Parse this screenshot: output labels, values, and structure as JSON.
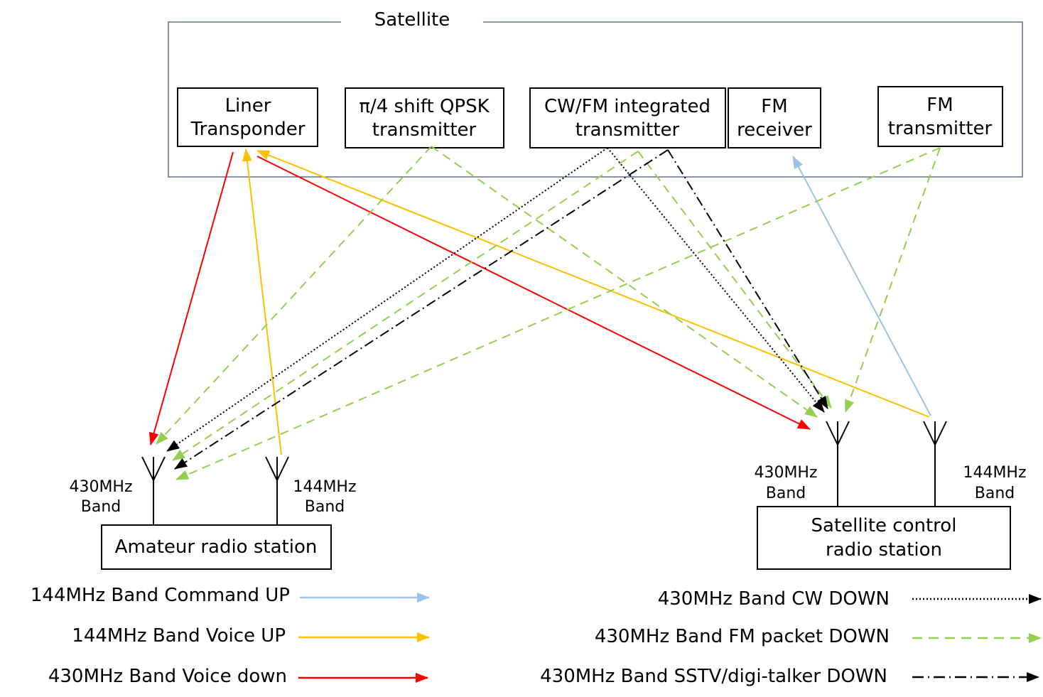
{
  "satellite": {
    "title": "Satellite",
    "modules": {
      "liner_transponder": [
        "Liner",
        "Transponder"
      ],
      "qpsk_transmitter": [
        "π/4 shift QPSK",
        "transmitter"
      ],
      "cwfm_transmitter": [
        "CW/FM integrated",
        "transmitter"
      ],
      "fm_receiver": [
        "FM",
        "receiver"
      ],
      "fm_transmitter": [
        "FM",
        "transmitter"
      ]
    }
  },
  "amateur_station": {
    "label": "Amateur radio station",
    "antenna_430": [
      "430MHz",
      "Band"
    ],
    "antenna_144": [
      "144MHz",
      "Band"
    ]
  },
  "control_station": {
    "label": [
      "Satellite control",
      "radio station"
    ],
    "antenna_430": [
      "430MHz",
      "Band"
    ],
    "antenna_144": [
      "144MHz",
      "Band"
    ]
  },
  "legend": {
    "command_up": "144MHz Band  Command UP",
    "voice_up": "144MHz Band  Voice UP",
    "voice_down": "430MHz Band  Voice down",
    "cw_down": "430MHz Band  CW DOWN",
    "fm_packet_down": "430MHz Band  FM packet DOWN",
    "sstv_down": "430MHz Band  SSTV/digi-talker DOWN"
  },
  "colors": {
    "command_up": "#9dc3e6",
    "voice_up": "#ffc000",
    "voice_down": "#ff0000",
    "cw_down": "#000000",
    "fm_packet_down": "#92d050",
    "sstv_down": "#000000"
  }
}
